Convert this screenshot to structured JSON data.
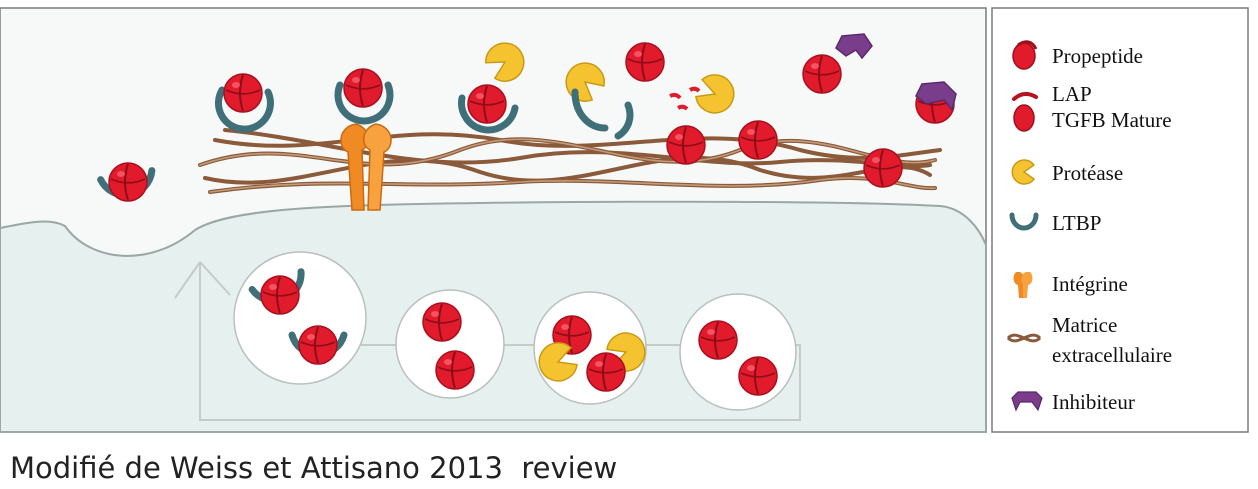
{
  "legend": {
    "items": [
      {
        "icon": "propeptide-icon",
        "label": "Propeptide"
      },
      {
        "icon": "lap-icon",
        "label": "LAP"
      },
      {
        "icon": "tgfb-mature-icon",
        "label": "TGFB Mature"
      },
      {
        "icon": "protease-icon",
        "label": "Protéase"
      },
      {
        "icon": "ltbp-icon",
        "label": "LTBP"
      },
      {
        "icon": "integrin-icon",
        "label": "Intégrine"
      },
      {
        "icon": "matrix-icon",
        "label": "Matrice"
      },
      {
        "icon": "matrix-icon",
        "label": "extracellulaire"
      },
      {
        "icon": "inhibitor-icon",
        "label": "Inhibiteur"
      }
    ]
  },
  "caption": "Modifié de Weiss et Attisano 2013  review",
  "colors": {
    "tgfb_red": "#e11a2c",
    "tgfb_dark": "#9e0f1c",
    "ltbp_teal": "#3f6f78",
    "protease_yellow": "#f5c330",
    "integrin_orange": "#f08a24",
    "inhibitor_purple": "#7a3d8c",
    "matrix_brown": "#8a5a3a",
    "cell_fill": "#e6f0ee"
  }
}
